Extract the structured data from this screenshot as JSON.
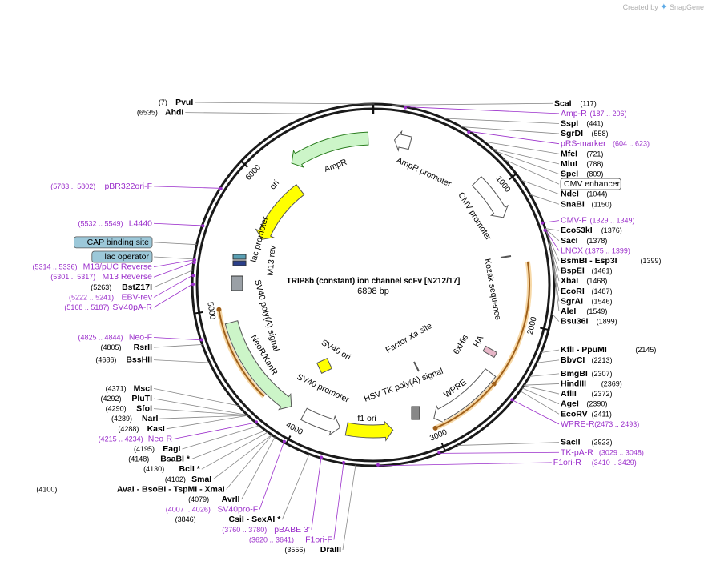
{
  "brand": {
    "created_by": "Created by",
    "logo": "SnapGene"
  },
  "plasmid": {
    "name": "TRIP8b (constant) ion channel scFv [N212/17]",
    "size_label": "6898 bp",
    "length": 6898
  },
  "ticks": [
    {
      "pos": 1000,
      "label": "1000"
    },
    {
      "pos": 2000,
      "label": "2000"
    },
    {
      "pos": 3000,
      "label": "3000"
    },
    {
      "pos": 4000,
      "label": "4000"
    },
    {
      "pos": 5000,
      "label": "5000"
    },
    {
      "pos": 6000,
      "label": "6000"
    }
  ],
  "labels": [
    {
      "name": "PvuI",
      "pos_text": "(7)",
      "kind": "enzyme",
      "bp": 7,
      "pos_left": true
    },
    {
      "name": "ScaI",
      "pos_text": "(117)",
      "kind": "enzyme",
      "bp": 117
    },
    {
      "name": "Amp-R",
      "pos_text": "(187 .. 206)",
      "kind": "primer",
      "bp": 196
    },
    {
      "name": "SspI",
      "pos_text": "(441)",
      "kind": "enzyme",
      "bp": 441
    },
    {
      "name": "SgrDI",
      "pos_text": "(558)",
      "kind": "enzyme",
      "bp": 558
    },
    {
      "name": "pRS-marker",
      "pos_text": "(604 .. 623)",
      "kind": "primer",
      "bp": 613
    },
    {
      "name": "MfeI",
      "pos_text": "(721)",
      "kind": "enzyme",
      "bp": 721
    },
    {
      "name": "MluI",
      "pos_text": "(788)",
      "kind": "enzyme",
      "bp": 788
    },
    {
      "name": "SpeI",
      "pos_text": "(809)",
      "kind": "enzyme",
      "bp": 809
    },
    {
      "name": "CMV enhancer",
      "pos_text": "",
      "kind": "boxed",
      "bp": 880
    },
    {
      "name": "NdeI",
      "pos_text": "(1044)",
      "kind": "enzyme",
      "bp": 1044
    },
    {
      "name": "SnaBI",
      "pos_text": "(1150)",
      "kind": "enzyme",
      "bp": 1150
    },
    {
      "name": "CMV-F",
      "pos_text": "(1329 .. 1349)",
      "kind": "primer",
      "bp": 1339
    },
    {
      "name": "LNCX",
      "pos_text": "(1375 .. 1399)",
      "kind": "primer",
      "bp": 1387
    },
    {
      "name": "Eco53kI",
      "pos_text": "(1376)",
      "kind": "enzyme",
      "bp": 1376
    },
    {
      "name": "SacI",
      "pos_text": "(1378)",
      "kind": "enzyme",
      "bp": 1378
    },
    {
      "name": "BsmBI  -  Esp3I",
      "pos_text": "(1399)",
      "kind": "enzyme",
      "bp": 1399
    },
    {
      "name": "BspEI",
      "pos_text": "(1461)",
      "kind": "enzyme",
      "bp": 1461
    },
    {
      "name": "XbaI",
      "pos_text": "(1468)",
      "kind": "enzyme",
      "bp": 1468
    },
    {
      "name": "EcoRI",
      "pos_text": "(1487)",
      "kind": "enzyme",
      "bp": 1487
    },
    {
      "name": "SgrAI",
      "pos_text": "(1546)",
      "kind": "enzyme",
      "bp": 1546
    },
    {
      "name": "AleI",
      "pos_text": "(1549)",
      "kind": "enzyme",
      "bp": 1549
    },
    {
      "name": "Bsu36I",
      "pos_text": "(1899)",
      "kind": "enzyme",
      "bp": 1899
    },
    {
      "name": "KflI  -  PpuMI",
      "pos_text": "(2145)",
      "kind": "enzyme",
      "bp": 2145
    },
    {
      "name": "BbvCI",
      "pos_text": "(2213)",
      "kind": "enzyme",
      "bp": 2213
    },
    {
      "name": "BmgBI",
      "pos_text": "(2307)",
      "kind": "enzyme",
      "bp": 2307
    },
    {
      "name": "HindIII",
      "pos_text": "(2369)",
      "kind": "enzyme",
      "bp": 2369
    },
    {
      "name": "AflII",
      "pos_text": "(2372)",
      "kind": "enzyme",
      "bp": 2372
    },
    {
      "name": "AgeI",
      "pos_text": "(2390)",
      "kind": "enzyme",
      "bp": 2390
    },
    {
      "name": "EcoRV",
      "pos_text": "(2411)",
      "kind": "enzyme",
      "bp": 2411
    },
    {
      "name": "WPRE-R",
      "pos_text": "(2473 .. 2493)",
      "kind": "primer",
      "bp": 2483
    },
    {
      "name": "SacII",
      "pos_text": "(2923)",
      "kind": "enzyme",
      "bp": 2923
    },
    {
      "name": "TK-pA-R",
      "pos_text": "(3029 .. 3048)",
      "kind": "primer",
      "bp": 3038
    },
    {
      "name": "F1ori-R",
      "pos_text": "(3410 .. 3429)",
      "kind": "primer",
      "bp": 3420
    },
    {
      "name": "DraIII",
      "pos_text": "(3556)",
      "kind": "enzyme",
      "bp": 3556,
      "pos_left": true
    },
    {
      "name": "F1ori-F",
      "pos_text": "(3620 .. 3641)",
      "kind": "primer",
      "bp": 3630,
      "pos_left": true
    },
    {
      "name": "pBABE 3'",
      "pos_text": "(3760 .. 3780)",
      "kind": "primer",
      "bp": 3770,
      "pos_left": true
    },
    {
      "name": "CsiI  -  SexAI *",
      "pos_text": "(3846)",
      "kind": "enzyme",
      "bp": 3846,
      "pos_left": true
    },
    {
      "name": "SV40pro-F",
      "pos_text": "(4007 .. 4026)",
      "kind": "primer",
      "bp": 4016,
      "pos_left": true
    },
    {
      "name": "AvrII",
      "pos_text": "(4079)",
      "kind": "enzyme",
      "bp": 4079,
      "pos_left": true
    },
    {
      "name": "AvaI  -  BsoBI  -  TspMI  -  XmaI",
      "pos_text": "(4100)",
      "kind": "enzyme",
      "bp": 4100,
      "pos_left": true
    },
    {
      "name": "SmaI",
      "pos_text": "(4102)",
      "kind": "enzyme",
      "bp": 4102,
      "pos_left": true
    },
    {
      "name": "BclI *",
      "pos_text": "(4130)",
      "kind": "enzyme",
      "bp": 4130,
      "pos_left": true
    },
    {
      "name": "BsaBI *",
      "pos_text": "(4148)",
      "kind": "enzyme",
      "bp": 4148,
      "pos_left": true
    },
    {
      "name": "EagI",
      "pos_text": "(4195)",
      "kind": "enzyme",
      "bp": 4195,
      "pos_left": true
    },
    {
      "name": "Neo-R",
      "pos_text": "(4215 .. 4234)",
      "kind": "primer",
      "bp": 4224,
      "pos_left": true
    },
    {
      "name": "KasI",
      "pos_text": "(4288)",
      "kind": "enzyme",
      "bp": 4288,
      "pos_left": true
    },
    {
      "name": "NarI",
      "pos_text": "(4289)",
      "kind": "enzyme",
      "bp": 4289,
      "pos_left": true
    },
    {
      "name": "SfoI",
      "pos_text": "(4290)",
      "kind": "enzyme",
      "bp": 4290,
      "pos_left": true
    },
    {
      "name": "PluTI",
      "pos_text": "(4292)",
      "kind": "enzyme",
      "bp": 4292,
      "pos_left": true
    },
    {
      "name": "MscI",
      "pos_text": "(4371)",
      "kind": "enzyme",
      "bp": 4371,
      "pos_left": true
    },
    {
      "name": "BssHII",
      "pos_text": "(4686)",
      "kind": "enzyme",
      "bp": 4686,
      "pos_left": true
    },
    {
      "name": "RsrII",
      "pos_text": "(4805)",
      "kind": "enzyme",
      "bp": 4805,
      "pos_left": true
    },
    {
      "name": "Neo-F",
      "pos_text": "(4825 .. 4844)",
      "kind": "primer",
      "bp": 4834,
      "pos_left": true
    },
    {
      "name": "SV40pA-R",
      "pos_text": "(5168 .. 5187)",
      "kind": "primer",
      "bp": 5177,
      "pos_left": true
    },
    {
      "name": "EBV-rev",
      "pos_text": "(5222 .. 5241)",
      "kind": "primer",
      "bp": 5231,
      "pos_left": true
    },
    {
      "name": "BstZ17I",
      "pos_text": "(5263)",
      "kind": "enzyme",
      "bp": 5263,
      "pos_left": true
    },
    {
      "name": "M13 Reverse",
      "pos_text": "(5301 .. 5317)",
      "kind": "primer",
      "bp": 5309,
      "pos_left": true
    },
    {
      "name": "lac operator",
      "pos_text": "",
      "kind": "bluebox",
      "bp": 5330,
      "pos_left": true
    },
    {
      "name": "M13/pUC Reverse",
      "pos_text": "(5314 .. 5336)",
      "kind": "primer",
      "bp": 5325,
      "pos_left": true
    },
    {
      "name": "CAP binding site",
      "pos_text": "",
      "kind": "bluebox",
      "bp": 5420,
      "pos_left": true
    },
    {
      "name": "L4440",
      "pos_text": "(5532 .. 5549)",
      "kind": "primer",
      "bp": 5540,
      "pos_left": true
    },
    {
      "name": "pBR322ori-F",
      "pos_text": "(5783 .. 5802)",
      "kind": "primer",
      "bp": 5792,
      "pos_left": true
    },
    {
      "name": "AhdI",
      "pos_text": "(6535)",
      "kind": "enzyme",
      "bp": 6535,
      "pos_left": true
    }
  ],
  "features": [
    {
      "name": "AmpR",
      "label": "AmpR",
      "start": 6250,
      "end": 6860,
      "color": "#ccf5c8",
      "stroke": "#2a7d1e",
      "track": 0,
      "dir": -1
    },
    {
      "name": "AmpR promoter",
      "label": "AmpR promoter",
      "start": 160,
      "end": 280,
      "color": "#ffffff",
      "stroke": "#555555",
      "track": 0,
      "dir": -1
    },
    {
      "name": "ori",
      "label": "ori",
      "start": 5600,
      "end": 6180,
      "color": "#ffff00",
      "stroke": "#555555",
      "track": 1,
      "dir": -1
    },
    {
      "name": "CMV promoter",
      "label": "CMV promoter",
      "start": 860,
      "end": 1200,
      "color": "#ffffff",
      "stroke": "#555555",
      "track": 0,
      "dir": 1
    },
    {
      "name": "SV40 promoter",
      "label": "SV40 promoter",
      "start": 3700,
      "end": 3990,
      "color": "#ffffff",
      "stroke": "#555555",
      "track": 0,
      "dir": -1
    },
    {
      "name": "f1 ori",
      "label": "f1 ori",
      "start": 3300,
      "end": 3650,
      "color": "#ffff00",
      "stroke": "#555555",
      "track": 0,
      "dir": -1
    },
    {
      "name": "NeoR/KanR",
      "label": "NeoR/KanR",
      "start": 4100,
      "end": 4890,
      "color": "#ccf5c8",
      "stroke": "#555555",
      "track": 0,
      "dir": -1
    },
    {
      "name": "WPRE",
      "label": "WPRE",
      "start": 2430,
      "end": 2980,
      "color": "#ffffff",
      "stroke": "#555555",
      "track": 0,
      "dir": 1
    }
  ],
  "orfs": [
    {
      "start": 1560,
      "end": 2480
    },
    {
      "start": 2490,
      "end": 3000
    },
    {
      "start": 4300,
      "end": 5000
    }
  ],
  "inner_labels": {
    "ampr_promoter": "AmpR promoter",
    "ampr": "AmpR",
    "cmv_promoter": "CMV promoter",
    "kozak": "Kozak sequence",
    "his": "6xHis",
    "ha": "HA",
    "factor_xa": "Factor Xa site",
    "sv40_ori": "SV40 ori",
    "wpre": "WPRE",
    "hsv_tk": "HSV TK poly(A) signal",
    "f1_ori": "f1 ori",
    "sv40_promoter": "SV40 promoter",
    "neo": "NeoR/KanR",
    "sv40_polya": "SV40 poly(A) signal",
    "lac_promoter": "lac promoter",
    "m13_rev": "M13 rev",
    "ori": "ori"
  }
}
